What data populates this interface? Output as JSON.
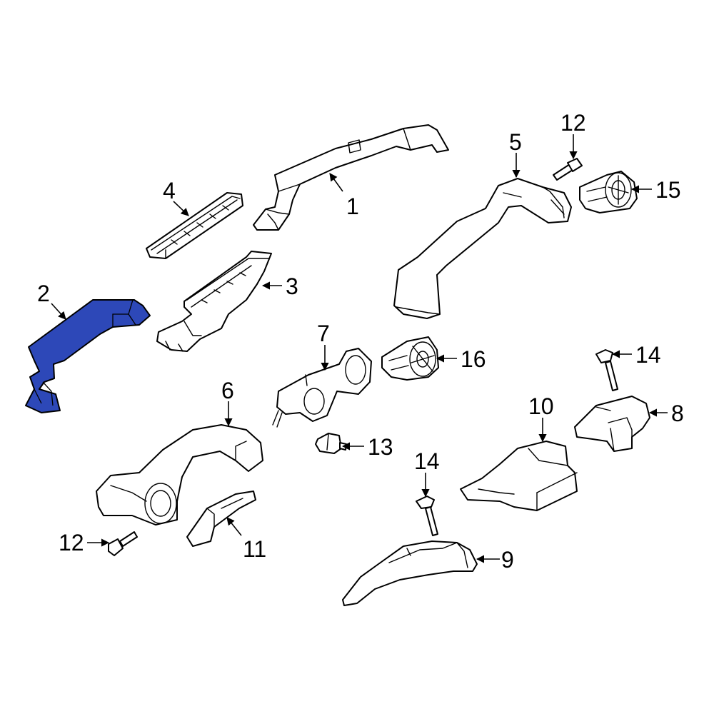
{
  "colors": {
    "highlight": "#2d48b8",
    "line": "#000000",
    "background": "#ffffff"
  },
  "callouts": {
    "c1": "1",
    "c2": "2",
    "c3": "3",
    "c4": "4",
    "c5": "5",
    "c6": "6",
    "c7": "7",
    "c8": "8",
    "c9": "9",
    "c10": "10",
    "c11": "11",
    "c12a": "12",
    "c12b": "12",
    "c13": "13",
    "c14a": "14",
    "c14b": "14",
    "c15": "15",
    "c16": "16"
  }
}
